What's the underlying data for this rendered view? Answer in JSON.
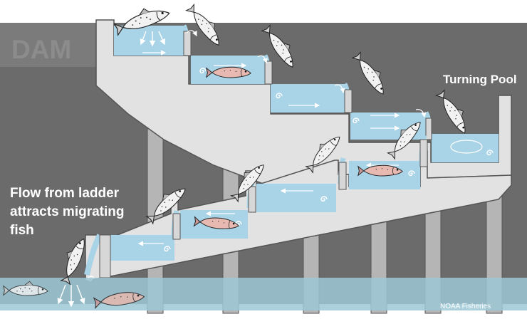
{
  "labels": {
    "dam": "DAM",
    "turning_pool": "Turning Pool",
    "flow_line1": "Flow from ladder",
    "flow_line2": "attracts migrating",
    "flow_line3": "fish",
    "credit": "NOAA Fisheries"
  },
  "colors": {
    "background": "#6b6b6b",
    "dam_wall": "#808080",
    "concrete": "#e2e2e2",
    "water": "#a9d3e6",
    "river": "#9cc8d6",
    "pillar": "#b7b7b7",
    "text_light": "#ffffff",
    "dam_text": "#8c8c8c"
  },
  "icons": {
    "fish": "salmon-icon",
    "flow": "flow-arrow-icon",
    "swirl": "eddy-swirl-icon"
  }
}
